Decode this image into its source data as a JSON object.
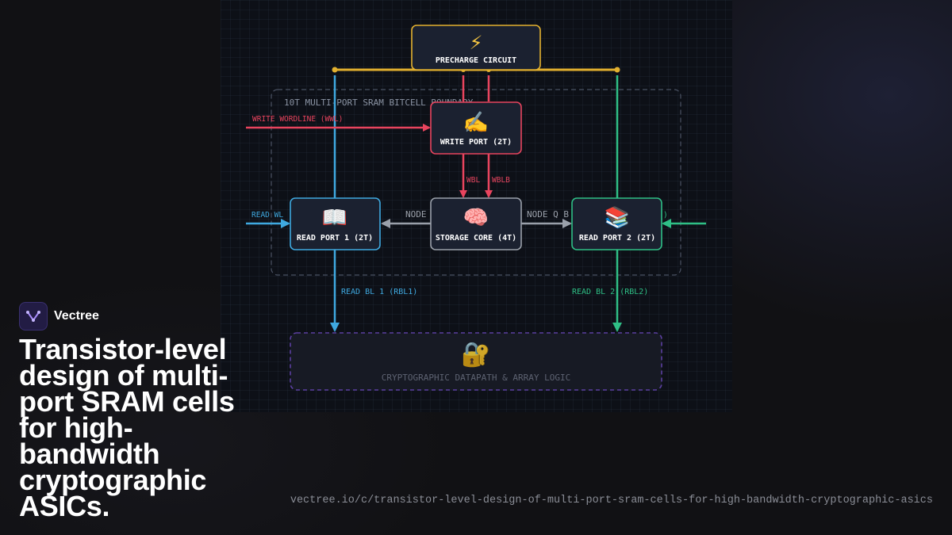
{
  "brand": {
    "name": "Vectree",
    "logo_icon": "vectree-logo-icon"
  },
  "title": "Transistor-level design of multi-port SRAM cells for high-bandwidth cryptographic ASICs.",
  "url": "vectree.io/c/transistor-level-design-of-multi-port-sram-cells-for-high-bandwidth-cryptographic-asics",
  "diagram": {
    "boundary_label": "10T MULTI-PORT SRAM BITCELL BOUNDARY",
    "nodes": {
      "precharge": {
        "icon": "⚡",
        "icon_name": "lightning-icon",
        "label": "PRECHARGE CIRCUIT"
      },
      "write_port": {
        "icon": "✍️",
        "icon_name": "writing-hand-icon",
        "label": "WRITE PORT (2T)"
      },
      "read_port_1": {
        "icon": "📖",
        "icon_name": "open-book-icon",
        "label": "READ PORT 1 (2T)"
      },
      "storage_core": {
        "icon": "🧠",
        "icon_name": "brain-icon",
        "label": "STORAGE CORE (4T)"
      },
      "read_port_2": {
        "icon": "📚",
        "icon_name": "books-icon",
        "label": "READ PORT 2 (2T)"
      },
      "datapath": {
        "icon": "🔐",
        "icon_name": "locked-key-icon",
        "label": "CRYPTOGRAPHIC DATAPATH & ARRAY LOGIC"
      }
    },
    "edge_labels": {
      "write_wordline": "WRITE WORDLINE (WWL)",
      "wbl": "WBL",
      "wblb": "WBLB",
      "read_wl_1": "READ WL",
      "node_q": "NODE",
      "node_qb": "NODE Q B",
      "read_wl_2": ")",
      "read_bl_1": "READ BL 1 (RBL1)",
      "read_bl_2": "READ BL 2 (RBL2)"
    },
    "colors": {
      "precharge": "#e3b12f",
      "write": "#e8445e",
      "read1": "#3fa9e0",
      "read2": "#2fbf86",
      "core": "#9aa0aa",
      "datapath": "#5b3fa0"
    }
  }
}
